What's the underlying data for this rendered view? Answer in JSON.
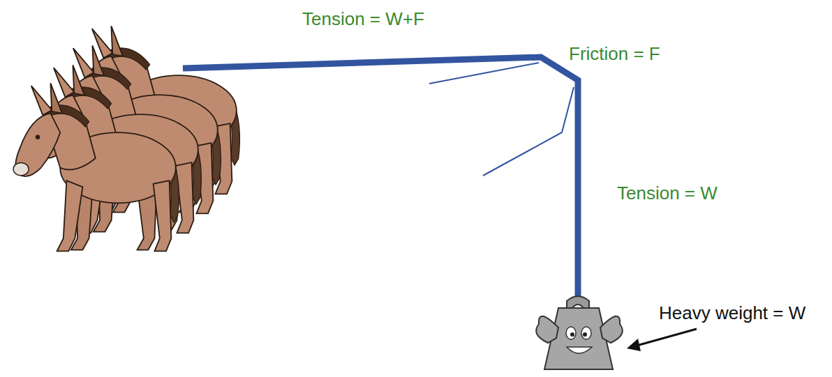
{
  "diagram": {
    "labels": [
      "Tension = W+F",
      "Friction = F",
      "Tension = W",
      "Heavy weight = W"
    ]
  }
}
